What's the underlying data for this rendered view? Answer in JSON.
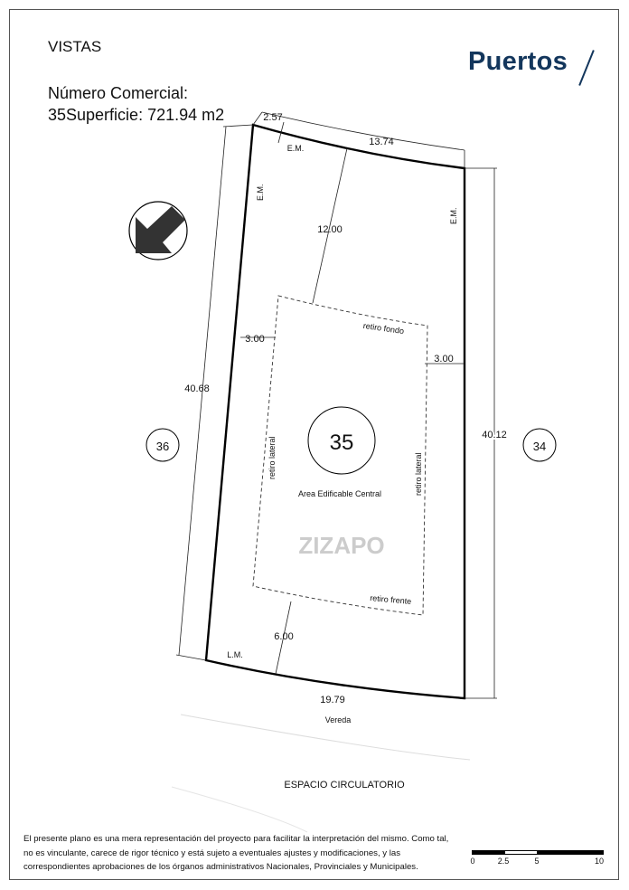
{
  "header": {
    "title": "VISTAS",
    "numero_label": "Número Comercial:",
    "numero_line2": "35Superficie: 721.94 m2",
    "logo": "Puertos"
  },
  "plan": {
    "lot_number": "35",
    "neighbor_left": "36",
    "neighbor_right": "34",
    "dims": {
      "top_short": "2.57",
      "top_long": "13.74",
      "left": "40.68",
      "right": "40.12",
      "bottom": "19.79",
      "back_setback": "12.00",
      "left_setback": "3.00",
      "right_setback": "3.00",
      "front_setback": "6.00"
    },
    "labels": {
      "em_top": "E.M.",
      "em_left": "E.M.",
      "em_right": "E.M.",
      "lm": "L.M.",
      "retiro_fondo": "retiro fondo",
      "retiro_lateral_left": "retiro lateral",
      "retiro_lateral_right": "retiro lateral",
      "retiro_frente": "retiro frente",
      "area": "Area Edificable Central",
      "vereda": "Vereda",
      "espacio": "ESPACIO CIRCULATORIO"
    },
    "watermark": "ZIZAPO"
  },
  "scale": {
    "ticks": [
      "0",
      "2.5",
      "5",
      "10"
    ]
  },
  "disclaimer": "El presente plano es una mera representación del proyecto para facilitar la interpretación del mismo. Como tal, no es vinculante, carece de rigor técnico y está sujeto a eventuales ajustes y modificaciones, y las correspondientes aprobaciones de los órganos administrativos Nacionales, Provinciales y Municipales."
}
